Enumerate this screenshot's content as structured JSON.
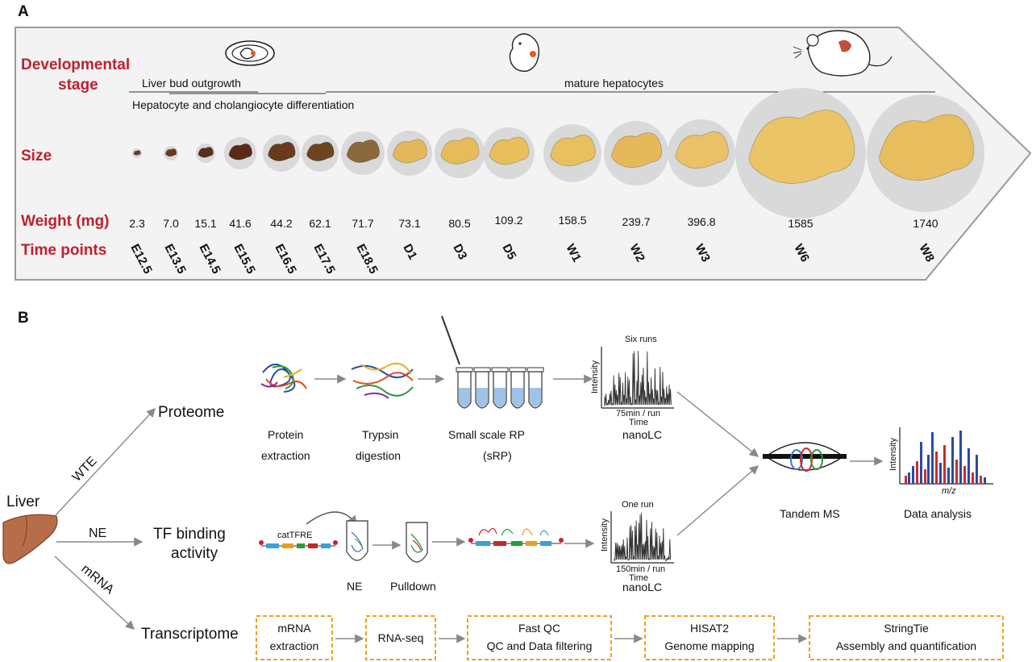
{
  "panel_a": {
    "letter": "A",
    "stage_label_line1": "Developmental",
    "stage_label_line2": "stage",
    "liver_bud": "Liver bud outgrowth",
    "differentiation": "Hepatocyte and cholangiocyte differentiation",
    "mature": "mature hepatocytes",
    "size_label": "Size",
    "weight_label": "Weight (mg)",
    "time_label": "Time points",
    "samples": [
      {
        "weight": "2.3",
        "time": "E12.5",
        "color": "#7a3a22"
      },
      {
        "weight": "7.0",
        "time": "E13.5",
        "color": "#6e3520"
      },
      {
        "weight": "15.1",
        "time": "E14.5",
        "color": "#5e2e1c"
      },
      {
        "weight": "41.6",
        "time": "E15.5",
        "color": "#5a2a18"
      },
      {
        "weight": "44.2",
        "time": "E16.5",
        "color": "#6a3a1e"
      },
      {
        "weight": "62.1",
        "time": "E17.5",
        "color": "#6e4420"
      },
      {
        "weight": "71.7",
        "time": "E18.5",
        "color": "#8a6a3a"
      },
      {
        "weight": "73.1",
        "time": "D1",
        "color": "#e2b85a"
      },
      {
        "weight": "80.5",
        "time": "D3",
        "color": "#e6bc5a"
      },
      {
        "weight": "109.2",
        "time": "D5",
        "color": "#e8bf5c"
      },
      {
        "weight": "158.5",
        "time": "W1",
        "color": "#e8c060"
      },
      {
        "weight": "239.7",
        "time": "W2",
        "color": "#e5b85a"
      },
      {
        "weight": "396.8",
        "time": "W3",
        "color": "#e9c168"
      },
      {
        "weight": "1585",
        "time": "W6",
        "color": "#ebc465"
      },
      {
        "weight": "1740",
        "time": "W8",
        "color": "#e7bd5e"
      }
    ]
  },
  "panel_b": {
    "letter": "B",
    "liver": "Liver",
    "wte": "WTE",
    "ne_branch": "NE",
    "mrna_branch": "mRNA",
    "proteome": "Proteome",
    "tf_line1": "TF binding",
    "tf_line2": "activity",
    "transcriptome": "Transcriptome",
    "protein_extraction_1": "Protein",
    "protein_extraction_2": "extraction",
    "trypsin_1": "Trypsin",
    "trypsin_2": "digestion",
    "srp_1": "Small scale RP",
    "srp_2": "(sRP)",
    "six_runs": "Six runs",
    "intensity": "Intensity",
    "run75": "75min / run",
    "time_axis": "Time",
    "nanolc": "nanoLC",
    "cattfre": "catTFRE",
    "ne_step": "NE",
    "pulldown": "Pulldown",
    "one_run": "One run",
    "run150": "150min / run",
    "tandem_ms": "Tandem MS",
    "data_analysis": "Data analysis",
    "mz": "m/z",
    "pipeline": [
      {
        "line1": "mRNA",
        "line2": "extraction"
      },
      {
        "line1": "RNA-seq",
        "line2": ""
      },
      {
        "line1": "Fast QC",
        "line2": "QC and Data filtering"
      },
      {
        "line1": "HISAT2",
        "line2": "Genome mapping"
      },
      {
        "line1": "StringTie",
        "line2": "Assembly and quantification"
      }
    ]
  }
}
